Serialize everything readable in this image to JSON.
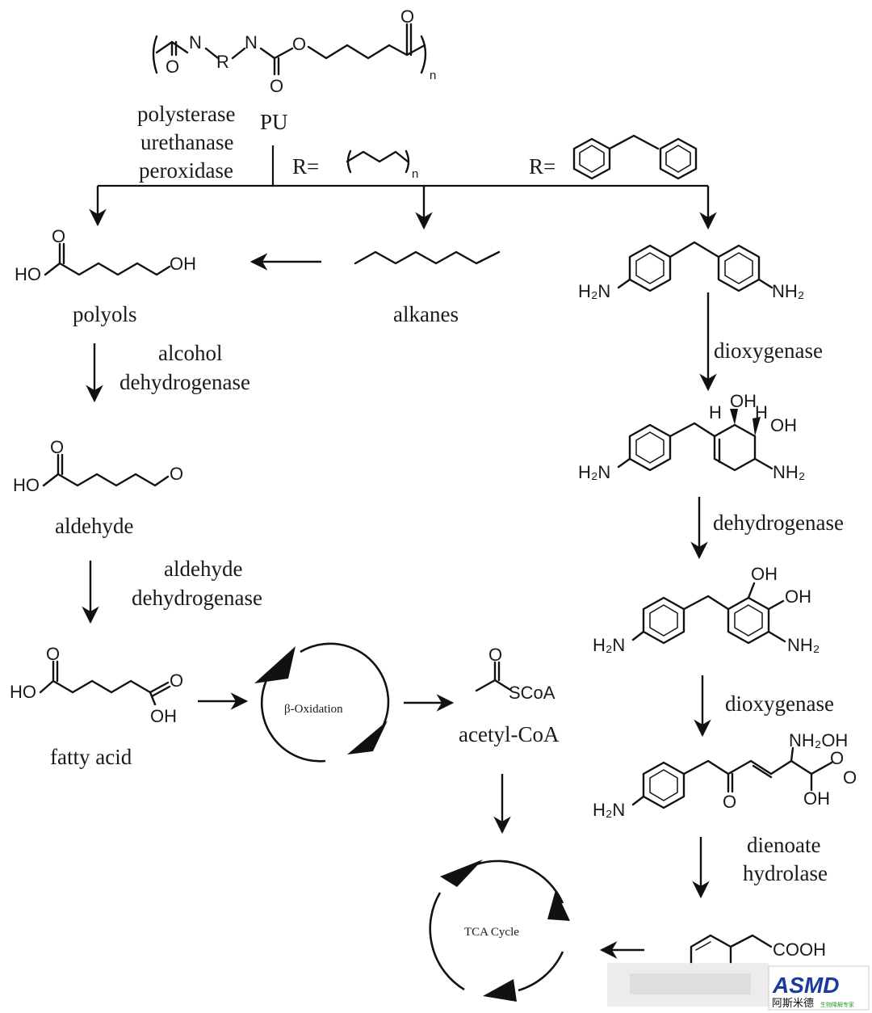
{
  "polymer": {
    "name": "PU",
    "repeat_subscript": "n",
    "atoms": {
      "n": "N",
      "r": "R",
      "o": "O"
    }
  },
  "enzymes_pu": [
    "polysterase",
    "urethanase",
    "peroxidase"
  ],
  "r_groups": {
    "prefix": "R=",
    "alkyl_subscript": "n"
  },
  "left_branch": {
    "polyols": "polyols",
    "step1_enzyme": [
      "alcohol",
      "dehydrogenase"
    ],
    "aldehyde": "aldehyde",
    "step2_enzyme": [
      "aldehyde",
      "dehydrogenase"
    ],
    "fatty_acid": "fatty acid",
    "groups": {
      "ho": "HO",
      "oh": "OH",
      "o": "O"
    }
  },
  "middle_branch": {
    "alkanes": "alkanes"
  },
  "beta_oxidation": "β-Oxidation",
  "acetyl_coa": {
    "name": "acetyl-CoA",
    "group": "SCoA",
    "o": "O"
  },
  "tca": "TCA Cycle",
  "right_branch": {
    "step1_enzyme": "dioxygenase",
    "step2_enzyme": "dehydrogenase",
    "step3_enzyme": "dioxygenase",
    "step4_enzyme": [
      "dienoate",
      "hydrolase"
    ],
    "groups": {
      "h2n": "H₂N",
      "nh2": "NH₂",
      "oh": "OH",
      "h": "H",
      "o": "O",
      "cooh": "COOH",
      "nh2oh": "NH₂OH"
    }
  },
  "watermark": {
    "logo": "ASMD",
    "tagline": "阿斯米德",
    "sub": "生物降解专家"
  }
}
